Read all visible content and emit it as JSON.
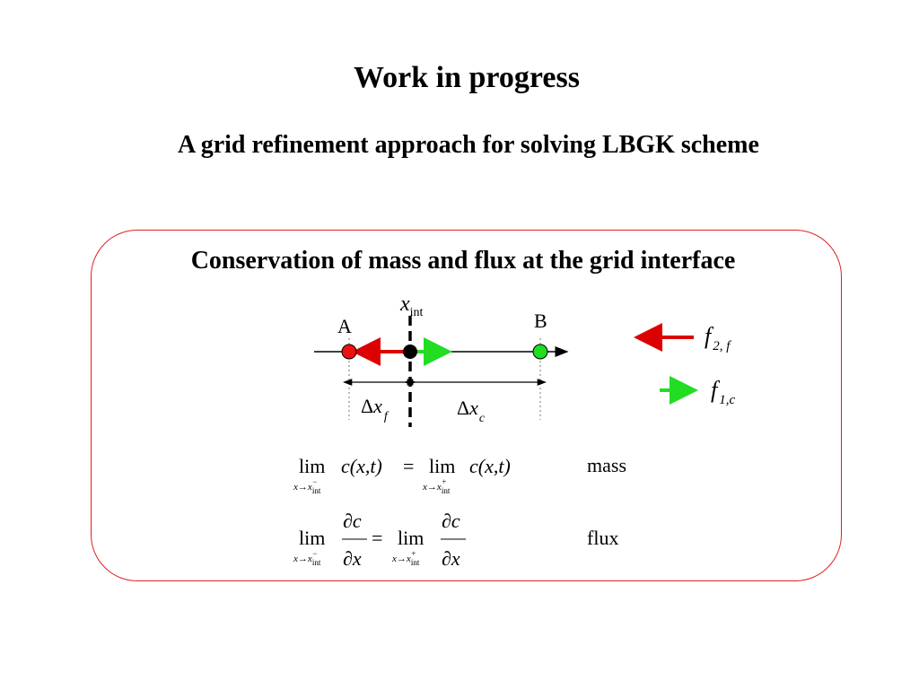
{
  "slide": {
    "title": "Work in progress",
    "subtitle": "A grid refinement approach for solving LBGK scheme"
  },
  "panel": {
    "heading": "Conservation of mass and flux at the grid interface",
    "border_color": "#e02020"
  },
  "diagram": {
    "point_a": "A",
    "point_b": "B",
    "interface_symbol": "x",
    "interface_sub": "int",
    "delta_symbol": "Δ",
    "dx_fine_var": "x",
    "dx_fine_sub": "f",
    "dx_coarse_var": "x",
    "dx_coarse_sub": "c",
    "legend_red": {
      "var": "f",
      "sub": "2, f",
      "color": "#dd0000"
    },
    "legend_green": {
      "var": "f",
      "sub": "1,c",
      "color": "#22dd22"
    },
    "colors": {
      "point_a": "#ee1111",
      "point_b": "#22dd22",
      "interface": "#000000"
    }
  },
  "equations": {
    "lim": "lim",
    "x_to": "x→x",
    "int": "int",
    "minus": "−",
    "plus": "+",
    "mass_expr": "c(x,t)",
    "equals": "=",
    "partial_c": "∂c",
    "partial_x": "∂x",
    "mass_label": "mass",
    "flux_label": "flux"
  }
}
